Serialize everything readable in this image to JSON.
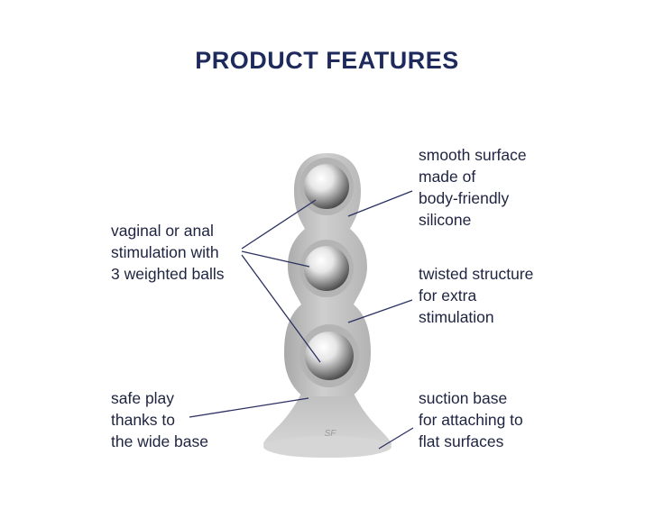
{
  "title": "PRODUCT FEATURES",
  "colors": {
    "title": "#1f2a5c",
    "text": "#1e2440",
    "lines": "#2b3161",
    "product": "#c3c3c3"
  },
  "features": {
    "smooth_surface": [
      "smooth surface",
      "made of",
      "body-friendly",
      "silicone"
    ],
    "weighted_balls": [
      "vaginal or anal",
      "stimulation with",
      "3 weighted balls"
    ],
    "twisted_structure": [
      "twisted structure",
      "for extra",
      "stimulation"
    ],
    "wide_base": [
      "safe play",
      "thanks to",
      "the wide base"
    ],
    "suction_base": [
      "suction base",
      "for attaching to",
      "flat surfaces"
    ]
  },
  "product": {
    "logo_mark": "SF"
  }
}
